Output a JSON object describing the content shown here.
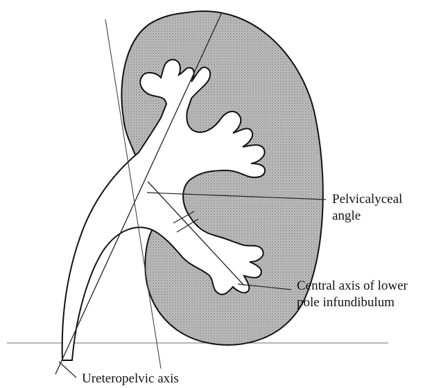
{
  "labels": {
    "pelvicalyceal_line1": "Pelvicalyceal",
    "pelvicalyceal_line2": "angle",
    "infundibulum_line1": "Central axis of lower",
    "infundibulum_line2": "pole infundibulum",
    "ureteropelvic": "Ureteropelvic axis"
  },
  "colors": {
    "parenchyma_fill": "#b9b9b9",
    "outline": "#111111",
    "axis_line": "#222222",
    "reference_line": "#888888",
    "background": "#ffffff"
  }
}
